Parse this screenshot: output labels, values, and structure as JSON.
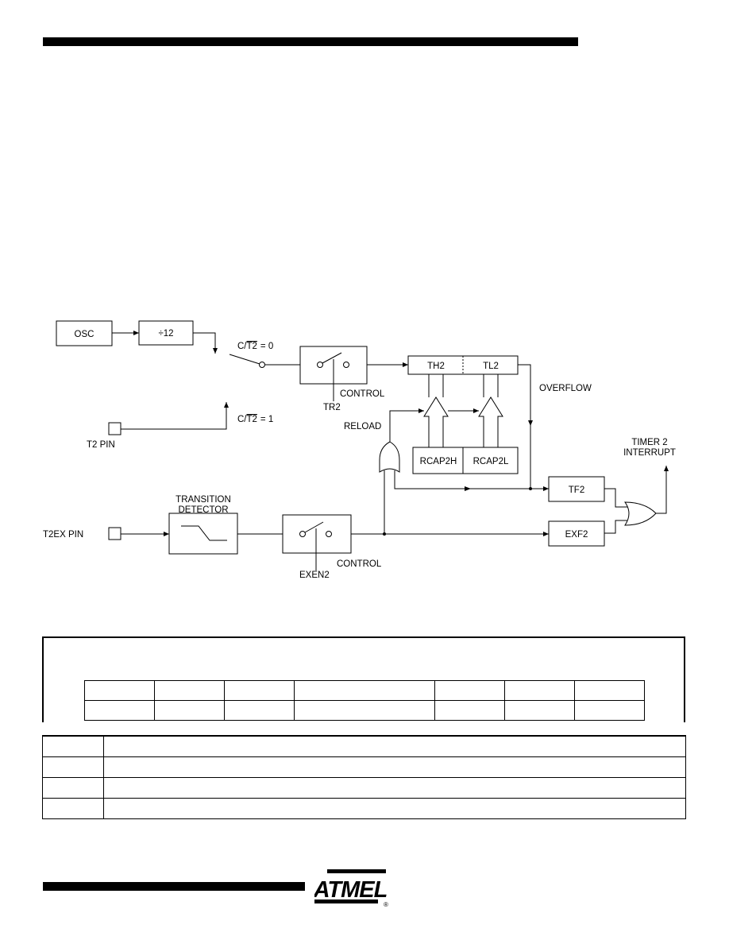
{
  "diagram": {
    "osc": "OSC",
    "divider": "÷12",
    "ct2_zero": "= 0",
    "ct2_one": "= 1",
    "ct_prefix": "C/",
    "ct_bar": "T2",
    "th2": "TH2",
    "tl2": "TL2",
    "control_top": "CONTROL",
    "tr2": "TR2",
    "overflow": "OVERFLOW",
    "t2_pin": "T2 PIN",
    "reload": "RELOAD",
    "rcap2h": "RCAP2H",
    "rcap2l": "RCAP2L",
    "timer2_line1": "TIMER 2",
    "timer2_line2": "INTERRUPT",
    "tf2": "TF2",
    "exf2": "EXF2",
    "transition_line1": "TRANSITION",
    "transition_line2": "DETECTOR",
    "t2ex_pin": "T2EX PIN",
    "control_bottom": "CONTROL",
    "exen2": "EXEN2"
  },
  "register_table": {
    "row1": [
      "",
      "",
      "",
      "",
      "",
      "",
      ""
    ],
    "row2": [
      "",
      "",
      "",
      "",
      "",
      "",
      ""
    ]
  },
  "description_table": {
    "rows": [
      [
        "",
        ""
      ],
      [
        "",
        ""
      ],
      [
        "",
        ""
      ],
      [
        "",
        ""
      ]
    ]
  },
  "footer": {
    "logo_text": "ATMEL",
    "registered": "®"
  },
  "colors": {
    "ink": "#000000",
    "paper": "#ffffff"
  }
}
